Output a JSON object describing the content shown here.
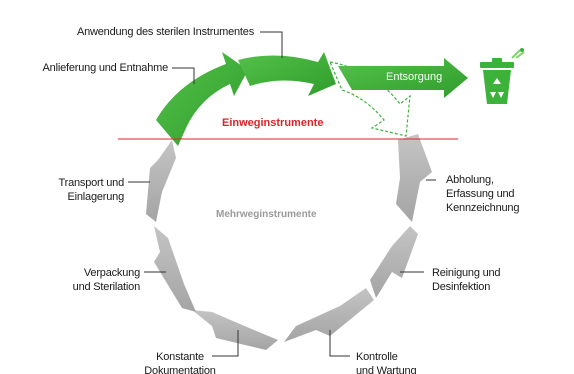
{
  "diagram": {
    "top_section_label": "Einweginstrumente",
    "center_label": "Mehrweginstrumente",
    "disposal_label": "Entsorgung",
    "icons": {
      "bin": "recycle-bin-icon"
    },
    "colors": {
      "green": "#3db23a",
      "green_light": "#7fd36b",
      "grey": "#b0b0b0",
      "grey_dark": "#8e8e8e",
      "red": "#d9262a"
    },
    "steps": [
      {
        "lines": [
          "Anwendung des sterilen Instrumentes"
        ]
      },
      {
        "lines": [
          "Anlieferung und Entnahme"
        ]
      },
      {
        "lines": [
          "Transport und",
          "Einlagerung"
        ]
      },
      {
        "lines": [
          "Abholung,",
          "Erfassung und",
          "Kennzeichnung"
        ]
      },
      {
        "lines": [
          "Verpackung",
          "und Sterilation"
        ]
      },
      {
        "lines": [
          "Reinigung und",
          "Desinfektion"
        ]
      },
      {
        "lines": [
          "Konstante",
          "Dokumentation"
        ]
      },
      {
        "lines": [
          "Kontrolle",
          "und Wartung"
        ]
      }
    ]
  }
}
